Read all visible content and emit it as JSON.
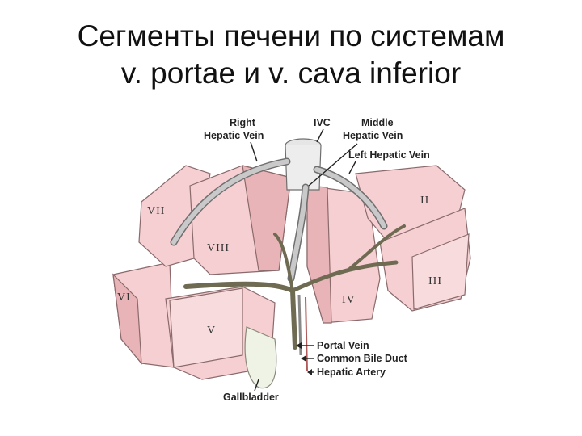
{
  "title": {
    "line1": "Сегменты печени по системам",
    "line2": "v. portae и v. cava inferior"
  },
  "labels": {
    "right_hepatic_vein_1": "Right",
    "right_hepatic_vein_2": "Hepatic Vein",
    "ivc": "IVC",
    "middle_hepatic_vein_1": "Middle",
    "middle_hepatic_vein_2": "Hepatic Vein",
    "left_hepatic_vein": "Left Hepatic Vein",
    "portal_vein": "Portal Vein",
    "common_bile_duct": "Common Bile Duct",
    "hepatic_artery": "Hepatic Artery",
    "gallbladder": "Gallbladder"
  },
  "segments": {
    "s2": "II",
    "s3": "III",
    "s4": "IV",
    "s5": "V",
    "s6": "VI",
    "s7": "VII",
    "s8": "VIII"
  },
  "colors": {
    "liver": "#f5cfd1",
    "liver_shade": "#e9b4b7",
    "outline": "#8a6a6c",
    "vein": "#c9c9c9",
    "portal": "#6f6a52"
  }
}
